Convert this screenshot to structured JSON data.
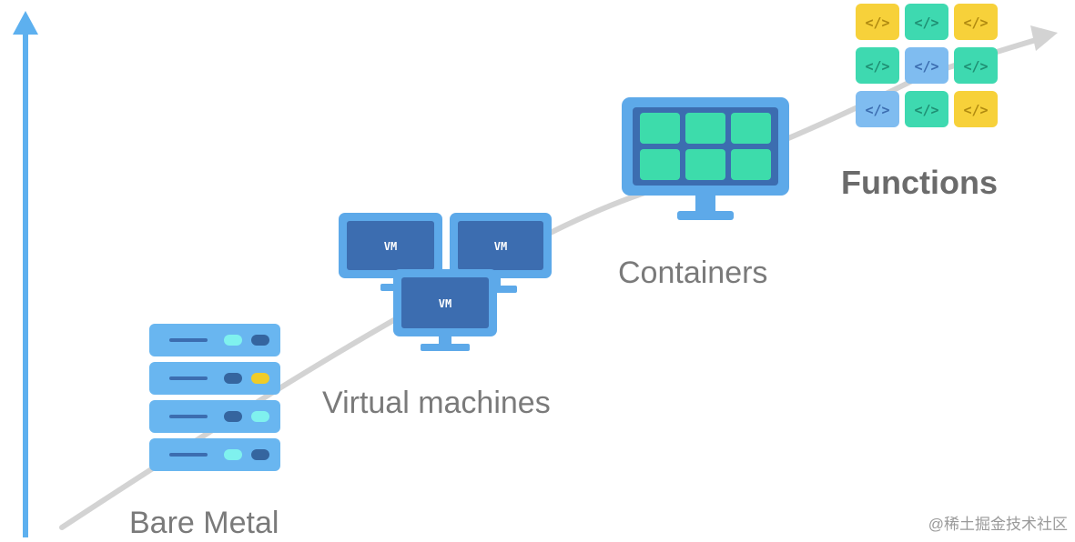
{
  "stages": {
    "bare_metal": {
      "label": "Bare Metal",
      "icon": "server-rack-icon"
    },
    "virtual_machines": {
      "label": "Virtual machines",
      "icon": "vm-monitors-icon",
      "vm_label": "VM"
    },
    "containers": {
      "label": "Containers",
      "icon": "container-monitor-icon"
    },
    "functions": {
      "label": "Functions",
      "icon": "function-grid-icon",
      "code_glyph": "</>"
    }
  },
  "watermark": "@稀土掘金技术社区",
  "colors": {
    "axis": "#5db0ef",
    "trend": "#d3d3d3",
    "monitor_frame": "#5da9e9",
    "monitor_screen": "#3c6db0",
    "container_tile": "#3ddcab",
    "server_unit": "#69b6f0",
    "led_cyan": "#7ff1ee",
    "led_dark": "#35659f",
    "led_yellow": "#f0cc28",
    "func_yellow": "#f7d13a",
    "func_green": "#3ed9b0",
    "func_blue": "#7fbcf0"
  },
  "function_grid": [
    [
      "yellow",
      "green",
      "yellow"
    ],
    [
      "green",
      "blue",
      "green"
    ],
    [
      "blue",
      "green",
      "yellow"
    ]
  ],
  "server_leds": [
    [
      "cyan",
      "dark"
    ],
    [
      "dark",
      "yellow"
    ],
    [
      "dark",
      "cyan"
    ],
    [
      "cyan",
      "dark"
    ]
  ]
}
